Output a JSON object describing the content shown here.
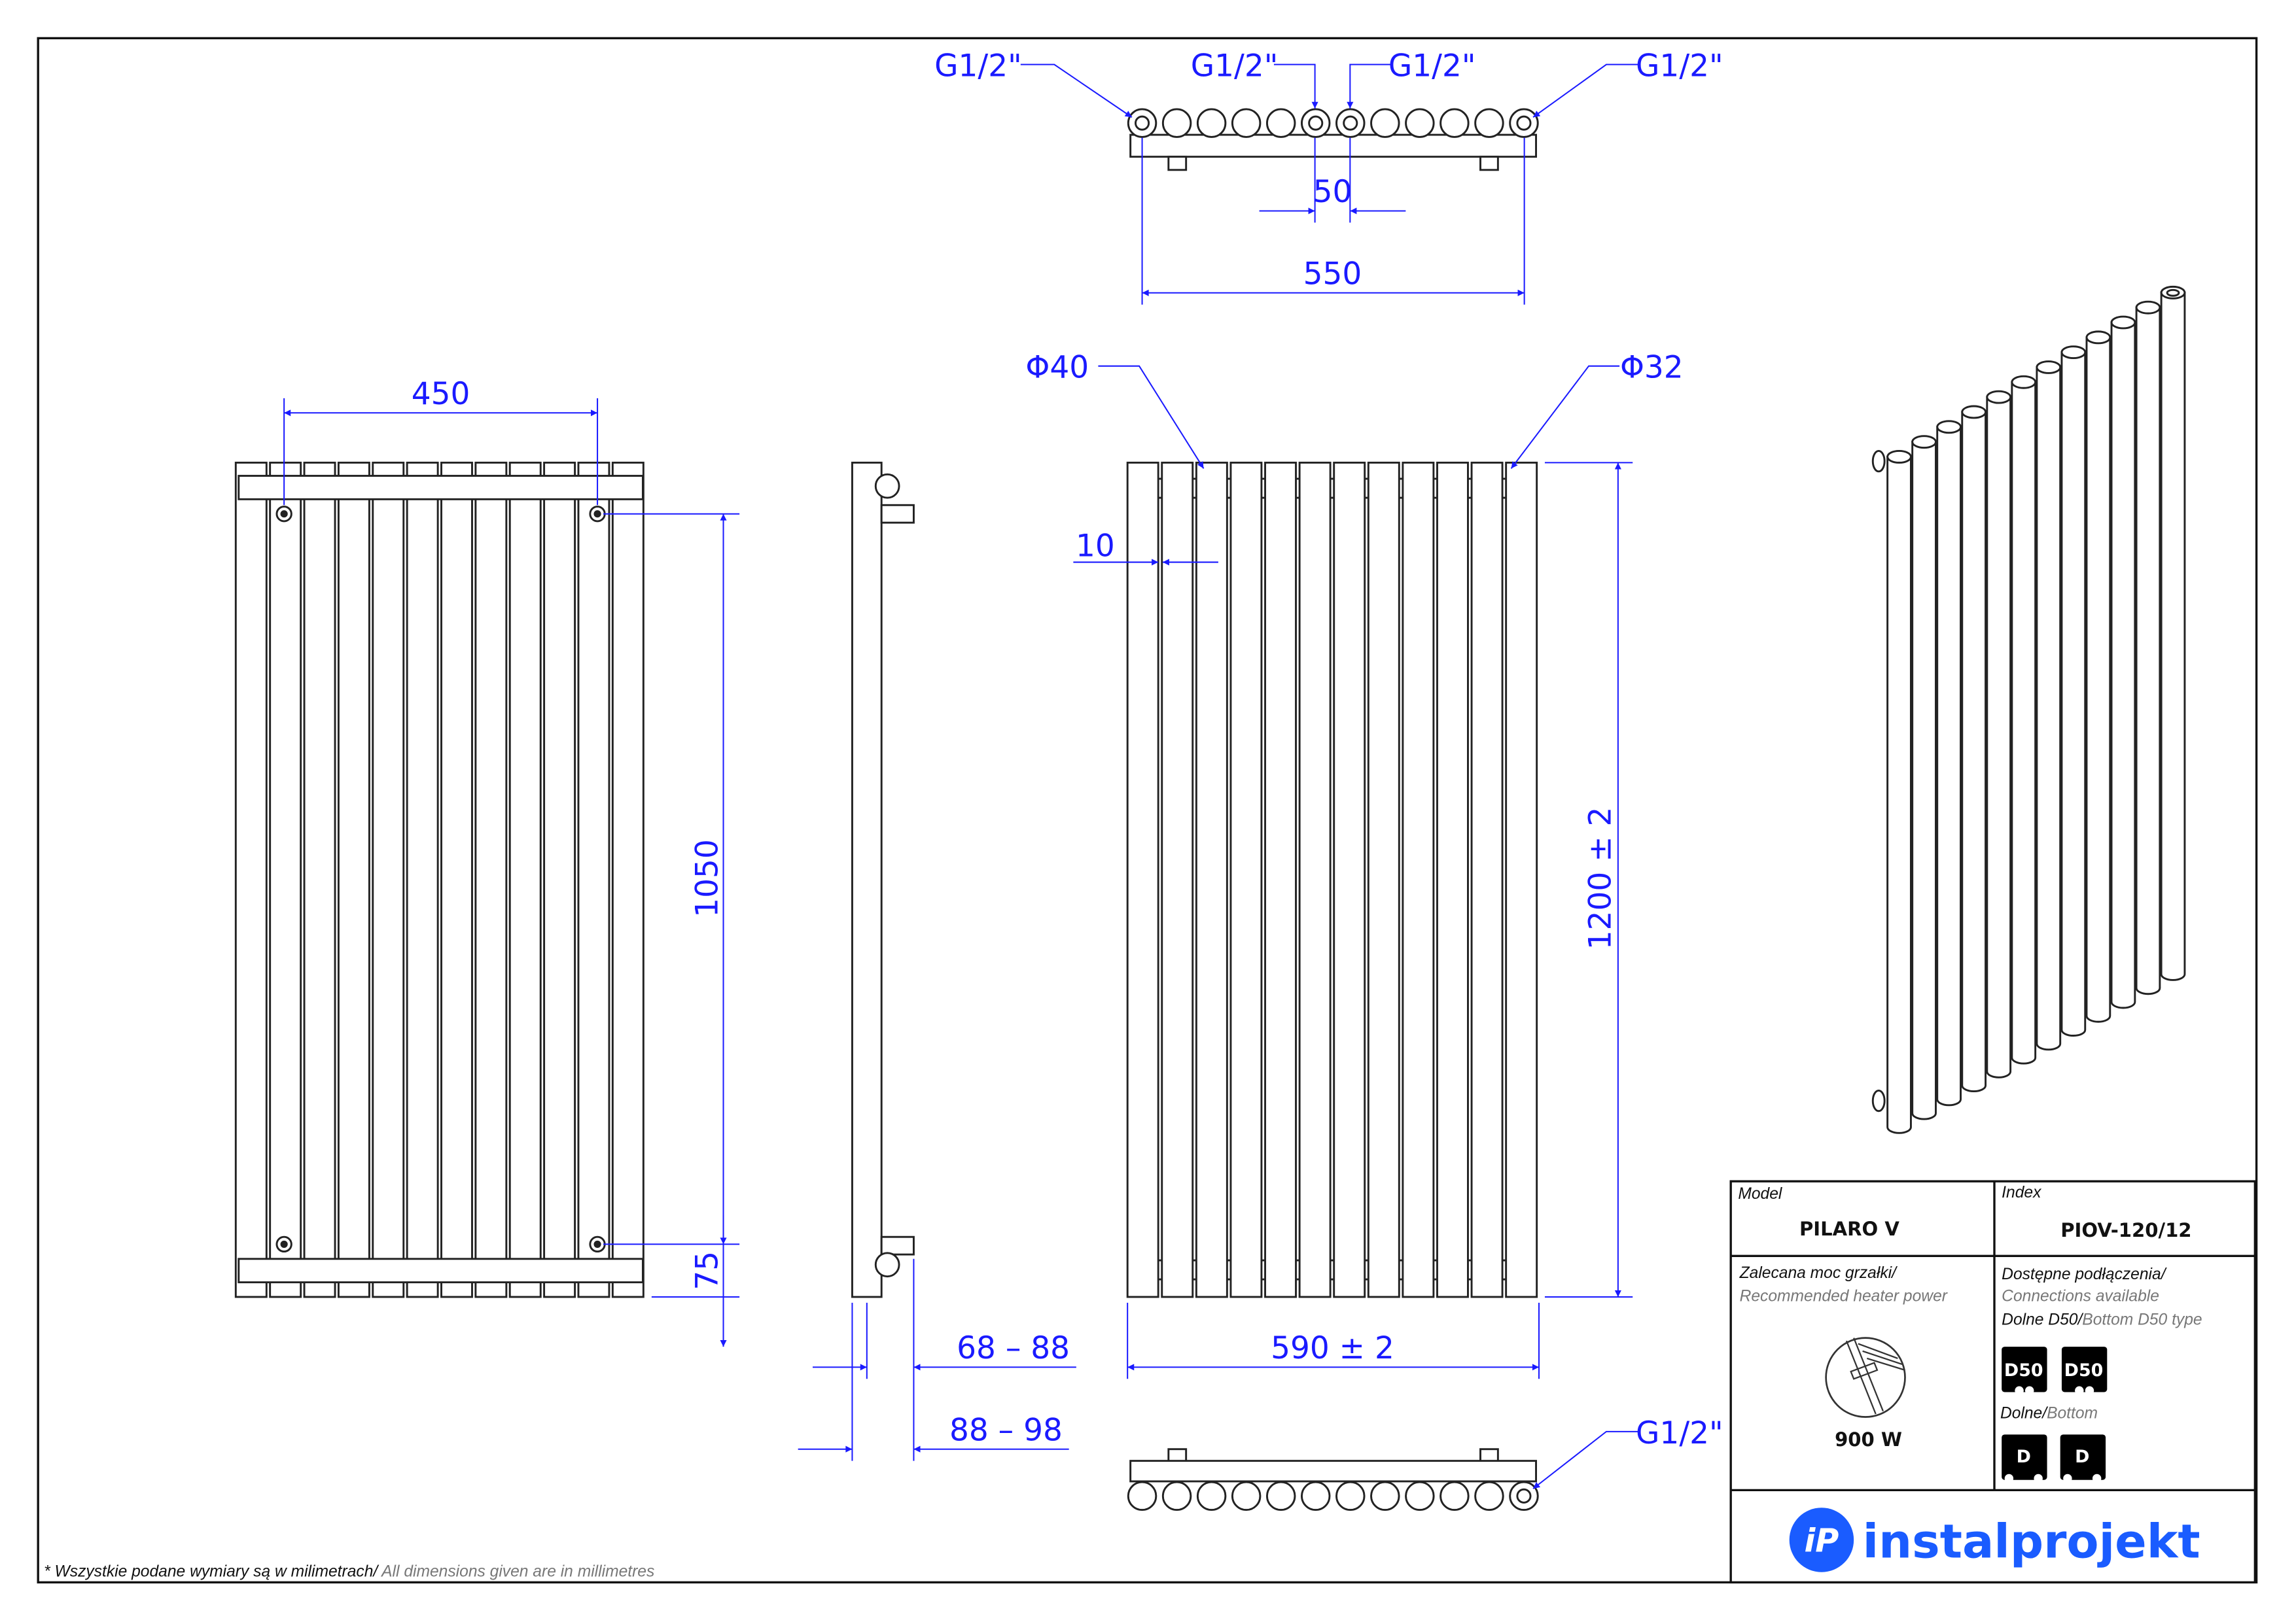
{
  "dimensions": {
    "top_connections": [
      "G1/2\"",
      "G1/2\"",
      "G1/2\"",
      "G1/2\""
    ],
    "top_spacing": "50",
    "top_width": "550",
    "bracket_width": "450",
    "bracket_height": "1050",
    "bracket_bottom": "75",
    "wall_distance_1": "68 – 88",
    "wall_distance_2": "88 – 98",
    "tube_diameter": "Φ40",
    "collector_diameter": "Φ32",
    "tube_gap": "10",
    "height": "1200  ± 2",
    "width": "590  ± 2",
    "bottom_connection": "G1/2\""
  },
  "title_block": {
    "model_label": "Model",
    "model_value": "PILARO V",
    "index_label": "Index",
    "index_value": "PIOV-120/12",
    "heater_label_pl": "Zalecana moc grzałki/",
    "heater_label_en": "Recommended heater power",
    "heater_power": "900 W",
    "connections_pl": "Dostępne podłączenia/",
    "connections_en": "Connections available",
    "d50_pl": "Dolne D50/",
    "d50_en": "Bottom D50 type",
    "d50_badges": [
      "D50",
      "D50"
    ],
    "bottom_pl": "Dolne/",
    "bottom_en": "Bottom",
    "bottom_badges": [
      "D",
      "D"
    ],
    "logo_text": "instalprojekt",
    "brand_color": "#1a5cff"
  },
  "footnote": {
    "pl": "* Wszystkie podane wymiary są w milimetrach/",
    "en": " All dimensions given are in millimetres"
  }
}
